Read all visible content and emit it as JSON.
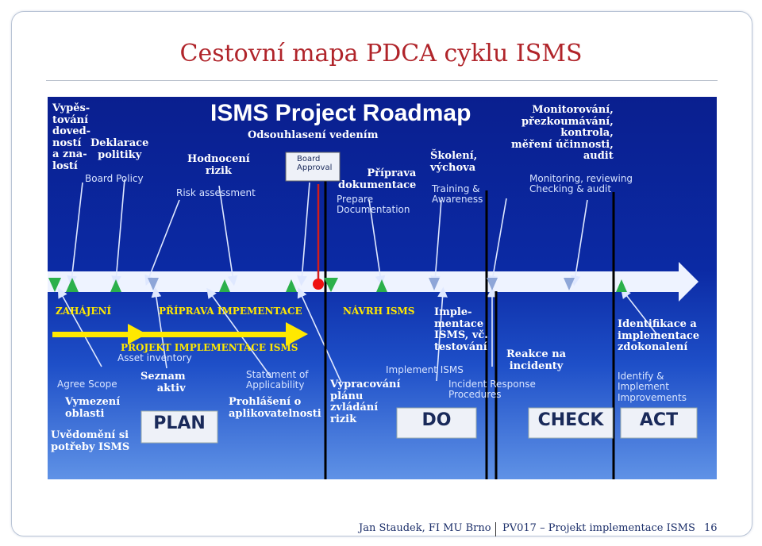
{
  "slide": {
    "title": "Cestovní mapa PDCA cyklu ISMS",
    "footer_left": "Jan Staudek, FI MU Brno",
    "footer_center": "PV017 – Projekt implementace ISMS",
    "page_number": "16"
  },
  "diagram": {
    "heading": "ISMS Project Roadmap",
    "labels_cz": {
      "vypestovani": "Vypěs-\ntování\ndoved-\nností\na zna-\nlostí",
      "deklarace": "Deklarace\npolitiky",
      "hodnoceni": "Hodnocení\nrizik",
      "odsouhlaseni": "Odsouhlasení vedením",
      "priprava": "Příprava\ndokumentace",
      "skoleni": "Školení,\nvýchova",
      "monitorovani": "Monitorování,\npřezkoumávání,\nkontrola,\nměření účinnosti,\naudit",
      "implementace": "Imple-\nmentace\nISMS, vč.\ntestování",
      "reakce": "Reakce na\nincidenty",
      "identifikace": "Identifikace a\nimplementace\nzdokonalení",
      "seznam": "Seznam\naktiv",
      "prohlaseni": "Prohlášení o\naplikovatelnosti",
      "vypracovani": "Vypracování\nplánu\nzvládání\nrizik",
      "vymezeni": "Vymezení\noblasti",
      "uvedomeni": "Uvědomění si\npotřeby ISMS"
    },
    "labels_phase": {
      "zahajeni": "ZAHÁJENÍ",
      "priprava_impl": "PŘÍPRAVA IMPEMENTACE",
      "projekt_impl": "PROJEKT IMPLEMENTACE ISMS",
      "navrh": "NÁVRH ISMS"
    },
    "labels_en": {
      "board_policy": "Board Policy",
      "risk_assessment": "Risk assessment",
      "board_approval": "Board\nApproval",
      "prepare_doc": "Prepare\nDocumentation",
      "training": "Training &\nAwareness",
      "monitoring": "Monitoring, reviewing\nChecking & audit",
      "asset_inventory": "Asset inventory",
      "statement": "Statement of\nApplicability",
      "agree_scope": "Agree Scope",
      "implement_isms": "Implement ISMS",
      "incident_response": "Incident Response\nProcedures",
      "identify": "Identify &\nImplement\nImprovements"
    },
    "phases": {
      "plan": "PLAN",
      "do": "DO",
      "check": "CHECK",
      "act": "ACT"
    }
  }
}
